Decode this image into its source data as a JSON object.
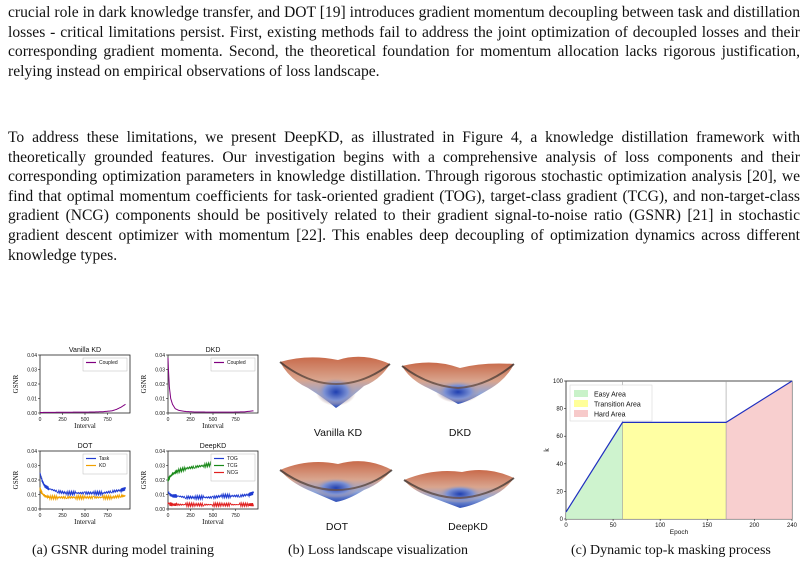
{
  "paragraphs": [
    "crucial role in dark knowledge transfer, and DOT [19] introduces gradient momentum decoupling between task and distillation losses - critical limitations persist. First, existing methods fail to address the joint optimization of decoupled losses and their corresponding gradient momenta. Second, the theoretical foundation for momentum allocation lacks rigorous justification, relying instead on empirical observations of loss landscape.",
    "To address these limitations, we present DeepKD, as illustrated in Figure 4, a knowledge distillation framework with theoretically grounded features. Our investigation begins with a comprehensive analysis of loss components and their corresponding optimization parameters in knowledge distillation. Through rigorous stochastic optimization analysis [20], we find that optimal momentum coefficients for task-oriented gradient (TOG), target-class gradient (TCG), and non-target-class gradient (NCG) components should be positively related to their gradient signal-to-noise ratio (GSNR) [21] in stochastic gradient descent optimizer with momentum [22]. This enables deep decoupling of optimization dynamics across different knowledge types."
  ],
  "captions": {
    "a": "(a) GSNR during model training",
    "b": "(b) Loss landscape visualization",
    "c": "(c) Dynamic top-k masking process"
  },
  "landscape_labels": [
    "Vanilla KD",
    "DKD",
    "DOT",
    "DeepKD"
  ],
  "chart_data": [
    {
      "type": "line",
      "title": "Vanilla KD",
      "xlabel": "Interval",
      "ylabel": "GSNR",
      "xlim": [
        0,
        1000
      ],
      "ylim": [
        0,
        0.04
      ],
      "xticks": [
        "0",
        "250",
        "500",
        "750"
      ],
      "yticks": [
        "0.00",
        "0.01",
        "0.02",
        "0.03",
        "0.04"
      ],
      "legend": "top-right",
      "series": [
        {
          "name": "Coupled",
          "color": "#800080",
          "x": [
            0,
            40,
            100,
            200,
            300,
            400,
            500,
            600,
            700,
            800,
            850,
            900,
            950
          ],
          "y": [
            0.0003,
            0.0004,
            0.0004,
            0.0005,
            0.0005,
            0.0006,
            0.0006,
            0.0007,
            0.0009,
            0.0015,
            0.0025,
            0.004,
            0.006
          ]
        }
      ]
    },
    {
      "type": "line",
      "title": "DKD",
      "xlabel": "Interval",
      "ylabel": "GSNR",
      "xlim": [
        0,
        1000
      ],
      "ylim": [
        0,
        0.04
      ],
      "xticks": [
        "0",
        "250",
        "500",
        "750"
      ],
      "yticks": [
        "0.00",
        "0.01",
        "0.02",
        "0.03",
        "0.04"
      ],
      "legend": "top-right",
      "series": [
        {
          "name": "Coupled",
          "color": "#800080",
          "x": [
            0,
            5,
            15,
            30,
            50,
            80,
            120,
            200,
            300,
            500,
            700,
            850,
            950
          ],
          "y": [
            0.038,
            0.03,
            0.018,
            0.01,
            0.006,
            0.003,
            0.0018,
            0.001,
            0.0007,
            0.0006,
            0.0006,
            0.0008,
            0.0015
          ]
        }
      ]
    },
    {
      "type": "line",
      "title": "DOT",
      "xlabel": "Interval",
      "ylabel": "GSNR",
      "xlim": [
        0,
        1000
      ],
      "ylim": [
        0,
        0.04
      ],
      "xticks": [
        "0",
        "250",
        "500",
        "750"
      ],
      "yticks": [
        "0.00",
        "0.01",
        "0.02",
        "0.03",
        "0.04"
      ],
      "legend": "top-right",
      "series": [
        {
          "name": "Task",
          "color": "#1f3bd1",
          "x": [
            0,
            20,
            50,
            100,
            200,
            300,
            400,
            500,
            600,
            700,
            800,
            900,
            950
          ],
          "y": [
            0.025,
            0.02,
            0.016,
            0.014,
            0.012,
            0.011,
            0.011,
            0.011,
            0.011,
            0.011,
            0.012,
            0.013,
            0.014
          ]
        },
        {
          "name": "KD",
          "color": "#f0a000",
          "x": [
            0,
            20,
            50,
            100,
            200,
            300,
            400,
            500,
            600,
            700,
            800,
            900,
            950
          ],
          "y": [
            0.014,
            0.011,
            0.009,
            0.008,
            0.008,
            0.008,
            0.008,
            0.008,
            0.008,
            0.008,
            0.008,
            0.009,
            0.009
          ]
        }
      ]
    },
    {
      "type": "line",
      "title": "DeepKD",
      "xlabel": "Interval",
      "ylabel": "GSNR",
      "xlim": [
        0,
        1000
      ],
      "ylim": [
        0,
        0.04
      ],
      "xticks": [
        "0",
        "250",
        "500",
        "750"
      ],
      "yticks": [
        "0.00",
        "0.01",
        "0.02",
        "0.03",
        "0.04"
      ],
      "legend": "top-right",
      "series": [
        {
          "name": "TOG",
          "color": "#1f3bd1",
          "x": [
            0,
            20,
            50,
            100,
            200,
            300,
            400,
            500,
            600,
            700,
            800,
            900,
            950
          ],
          "y": [
            0.012,
            0.01,
            0.009,
            0.009,
            0.008,
            0.008,
            0.008,
            0.008,
            0.009,
            0.009,
            0.009,
            0.01,
            0.011
          ]
        },
        {
          "name": "TCG",
          "color": "#1a8a1a",
          "x": [
            0,
            20,
            50,
            100,
            200,
            300,
            400,
            500,
            600,
            700,
            800,
            900,
            950
          ],
          "y": [
            0.02,
            0.022,
            0.024,
            0.026,
            0.028,
            0.029,
            0.03,
            0.031,
            0.031,
            0.032,
            0.032,
            0.033,
            0.033
          ]
        },
        {
          "name": "NCG",
          "color": "#e02020",
          "x": [
            0,
            20,
            50,
            100,
            200,
            300,
            400,
            500,
            600,
            700,
            800,
            900,
            950
          ],
          "y": [
            0.004,
            0.0035,
            0.003,
            0.003,
            0.003,
            0.003,
            0.003,
            0.003,
            0.003,
            0.003,
            0.003,
            0.003,
            0.003
          ]
        }
      ]
    },
    {
      "type": "line",
      "title": "",
      "xlabel": "Epoch",
      "ylabel": "k",
      "xlim": [
        0,
        240
      ],
      "ylim": [
        0,
        100
      ],
      "xticks": [
        "0",
        "50",
        "100",
        "150",
        "200",
        "240"
      ],
      "yticks": [
        "0",
        "20",
        "40",
        "60",
        "80",
        "100"
      ],
      "legend": "top-left",
      "regions": [
        {
          "name": "Easy Area",
          "color": "#c9f2c9",
          "x0": 0,
          "x1": 60
        },
        {
          "name": "Transition Area",
          "color": "#ffff99",
          "x0": 60,
          "x1": 170
        },
        {
          "name": "Hard Area",
          "color": "#f7caca",
          "x0": 170,
          "x1": 240
        }
      ],
      "series": [
        {
          "name": "",
          "color": "#2030c0",
          "x": [
            0,
            60,
            170,
            240
          ],
          "y": [
            5,
            70,
            70,
            100
          ]
        }
      ]
    }
  ]
}
